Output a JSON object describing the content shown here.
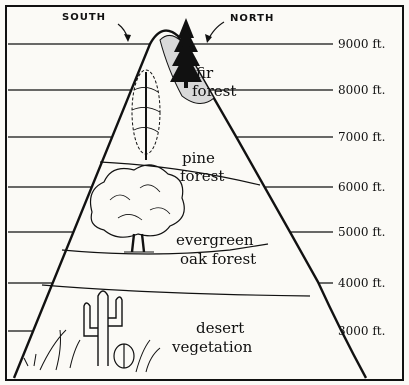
{
  "directions": {
    "south": "SOUTH",
    "north": "NORTH"
  },
  "altitudes": [
    "9000 ft.",
    "8000 ft.",
    "7000 ft.",
    "6000 ft.",
    "5000 ft.",
    "4000 ft.",
    "3000 ft."
  ],
  "zones": {
    "fir": [
      "fir",
      "forest"
    ],
    "pine": [
      "pine",
      "forest"
    ],
    "oak": [
      "evergreen",
      "oak forest"
    ],
    "desert": [
      "desert",
      "vegetation"
    ]
  },
  "colors": {
    "ink": "#111111",
    "paper": "#fbfaf6",
    "shade": "#d9d9d9"
  }
}
